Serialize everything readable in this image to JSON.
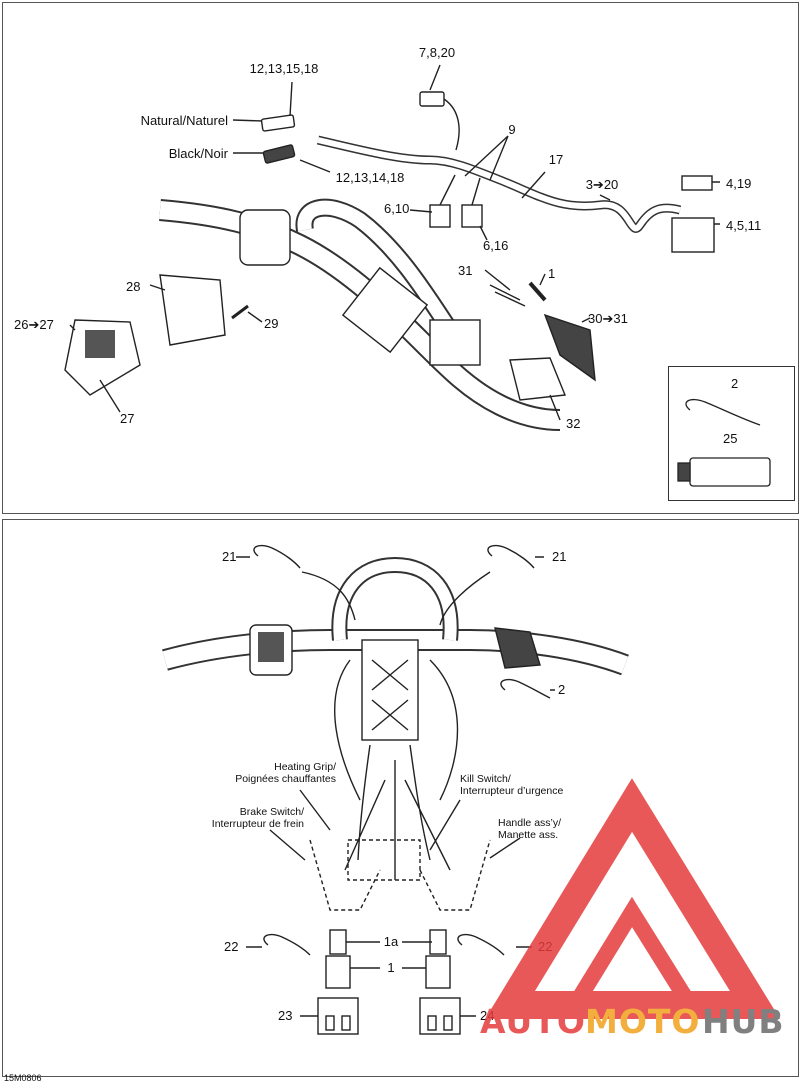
{
  "top": {
    "callouts": {
      "c_12_13_15_18": "12,13,15,18",
      "c_7_8_20": "7,8,20",
      "c_natural": "Natural/Naturel",
      "c_9": "9",
      "c_black": "Black/Noir",
      "c_17": "17",
      "c_12_13_14_18": "12,13,14,18",
      "c_3_20": "3➔20",
      "c_4_19": "4,19",
      "c_6_10": "6,10",
      "c_4_5_11": "4,5,11",
      "c_6_16": "6,16",
      "c_31": "31",
      "c_1": "1",
      "c_28": "28",
      "c_26_27": "26➔27",
      "c_29": "29",
      "c_30_31": "30➔31",
      "c_27": "27",
      "c_32": "32",
      "c_2": "2",
      "c_25": "25"
    }
  },
  "bottom": {
    "callouts": {
      "c_21_left": "21",
      "c_21_right": "21",
      "c_2": "2",
      "c_heating_1": "Heating Grip/",
      "c_heating_2": "Poignées chauffantes",
      "c_kill_1": "Kill Switch/",
      "c_kill_2": "Interrupteur d’urgence",
      "c_brake_1": "Brake Switch/",
      "c_brake_2": "Interrupteur de frein",
      "c_handle_1": "Handle ass’y/",
      "c_handle_2": "Manette ass.",
      "c_22_left": "22",
      "c_1a": "1a",
      "c_22_right": "22",
      "c_1": "1",
      "c_23": "23",
      "c_24": "24"
    },
    "figure_code": "15M0806"
  },
  "watermark": {
    "text_auto": "AUTO",
    "text_moto": "MOTO",
    "text_hub": "HUB",
    "color_red": "#e53b3b",
    "color_orange": "#f2a21c",
    "color_gray": "#6b6b6b"
  }
}
